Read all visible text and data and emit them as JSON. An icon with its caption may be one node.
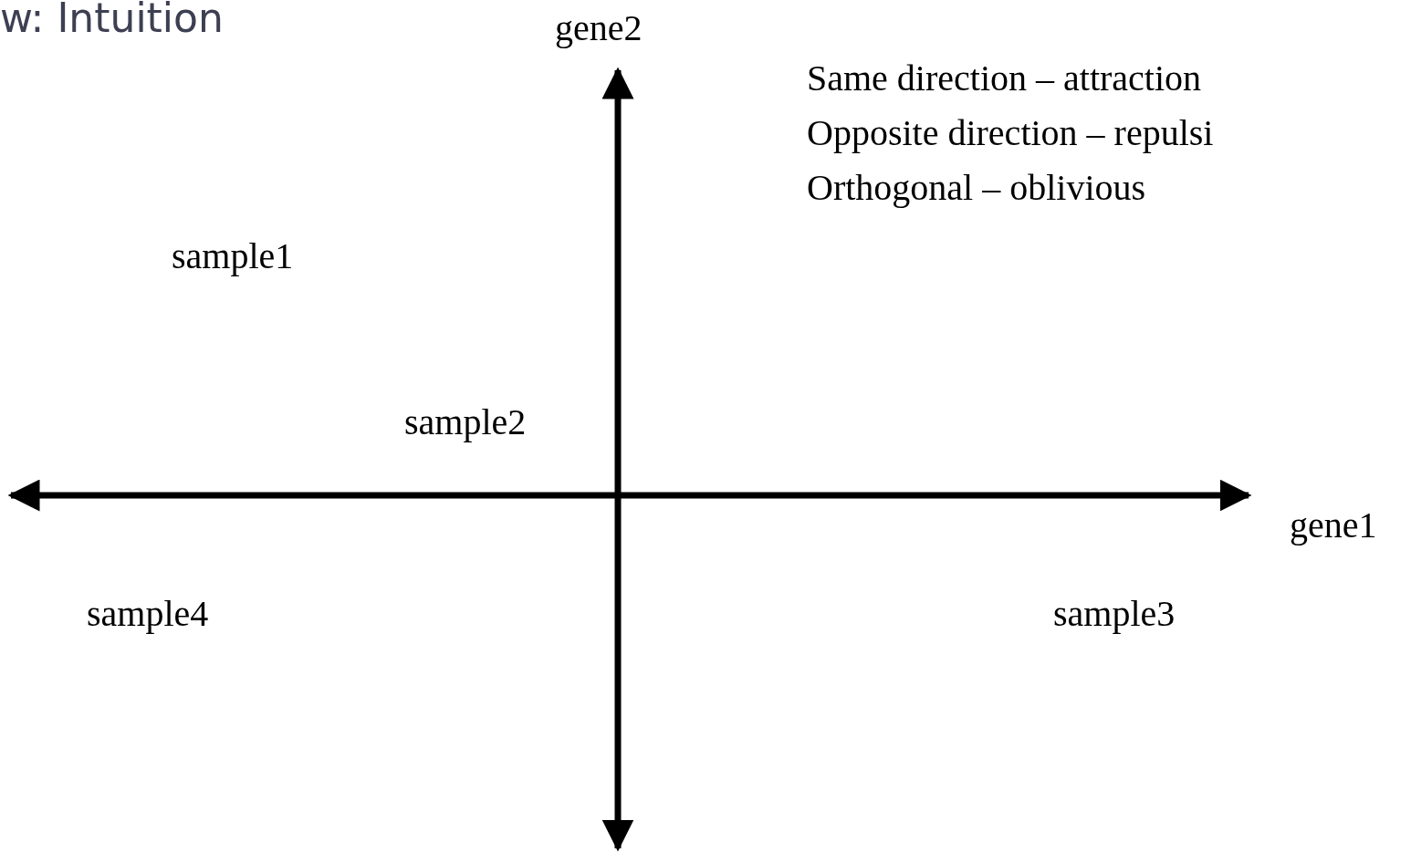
{
  "diagram": {
    "title": "w: Intuition",
    "labels": [
      "gene2",
      "Same direction – attraction",
      "Opposite direction – repulsi",
      "Orthogonal – oblivious",
      "sample1",
      "sample2",
      "gene1",
      "sample4",
      "sample3"
    ]
  }
}
